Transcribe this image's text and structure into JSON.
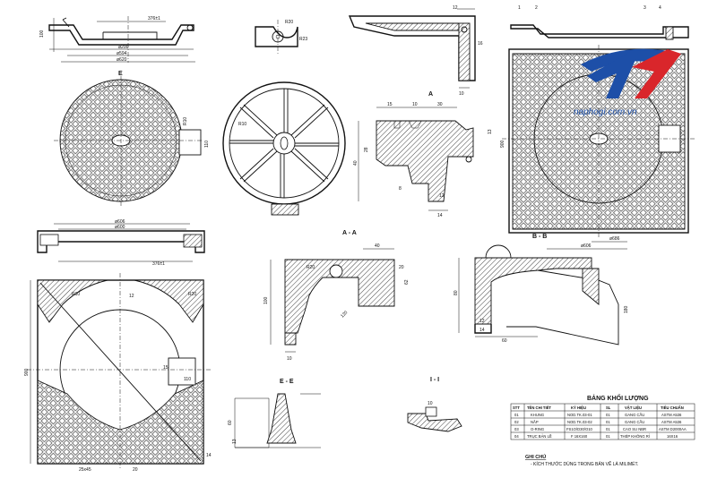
{
  "sections": {
    "detail_a": "A",
    "section_aa": "A - A",
    "section_bb": "B - B",
    "section_ee": "E - E",
    "section_ii": "I - I",
    "mark_e": "E"
  },
  "dimensions": {
    "top_elev_376": "376±1",
    "top_elev_phi200": "ø200",
    "top_elev_phi594": "ø594",
    "top_elev_phi620": "ø620",
    "top_elev_100": "100",
    "hinge_r20": "R20",
    "hinge_r23": "R23",
    "bracket_12": "12",
    "bracket_16": "16",
    "bracket_10": "10",
    "cover_110": "110",
    "cover_r10": "R10",
    "frame_r10": "R10",
    "detail_15": "15",
    "detail_10": "10",
    "detail_30": "30",
    "detail_40": "40",
    "detail_28": "28",
    "detail_13": "13",
    "detail_8": "8",
    "detail_14": "14",
    "detail_12": "12",
    "frame_phi606": "ø606",
    "frame_phi600": "ø600",
    "frame_376": "376±1",
    "sq_r10": "R10",
    "sq_12": "12",
    "sq_15": "15",
    "sq_110": "110",
    "sq_900": "900",
    "sq_25x45": "25x45",
    "sq_20": "20",
    "sq_14": "14",
    "sq_r20": "R20",
    "aa_40": "40",
    "aa_20": "20",
    "aa_62": "62",
    "aa_120": "120",
    "aa_100": "100",
    "aa_10": "10",
    "aa_r20": "R20",
    "bb_phi686": "ø686",
    "bb_phi606": "ø606",
    "bb_80": "80",
    "bb_12": "12",
    "bb_14": "14",
    "bb_60": "60",
    "bb_180": "180",
    "ee_60": "60",
    "ee_13": "13",
    "ii_10": "10",
    "top_right_900": "900",
    "callout_1": "1",
    "callout_2": "2",
    "callout_3": "3",
    "callout_4": "4"
  },
  "watermark": "naphogi.com.vn",
  "table": {
    "title": "BẢNG KHỐI LƯỢNG",
    "headers": [
      "STT",
      "TÊN CHI TIẾT",
      "KÝ HIỆU",
      "SL",
      "VẬT LIỆU",
      "TIÊU CHUẨN"
    ],
    "rows": [
      [
        "01",
        "KHUNG",
        "NOD.TK.03-01",
        "01",
        "GANG CẦU",
        "ASTM A536"
      ],
      [
        "02",
        "NẮP",
        "NOD.TK.03-02",
        "01",
        "GANG CẦU",
        "ASTM A536"
      ],
      [
        "03",
        "O-RING",
        "FS1O/D30/O10",
        "01",
        "CAO SU NBR",
        "ASTM D2000AA"
      ],
      [
        "04",
        "TRỤC BẢN LỀ",
        "F 16X160",
        "01",
        "THÉP KHÔNG RỈ",
        "16X16"
      ]
    ]
  },
  "notes": {
    "title": "GHI CHÚ",
    "line1": "- KÍCH THƯỚC DÙNG TRONG BẢN VẼ LÀ MILIMÉT."
  },
  "colors": {
    "line": "#111111",
    "watermark_blue": "#1d4fa8",
    "watermark_red": "#d9262b"
  }
}
